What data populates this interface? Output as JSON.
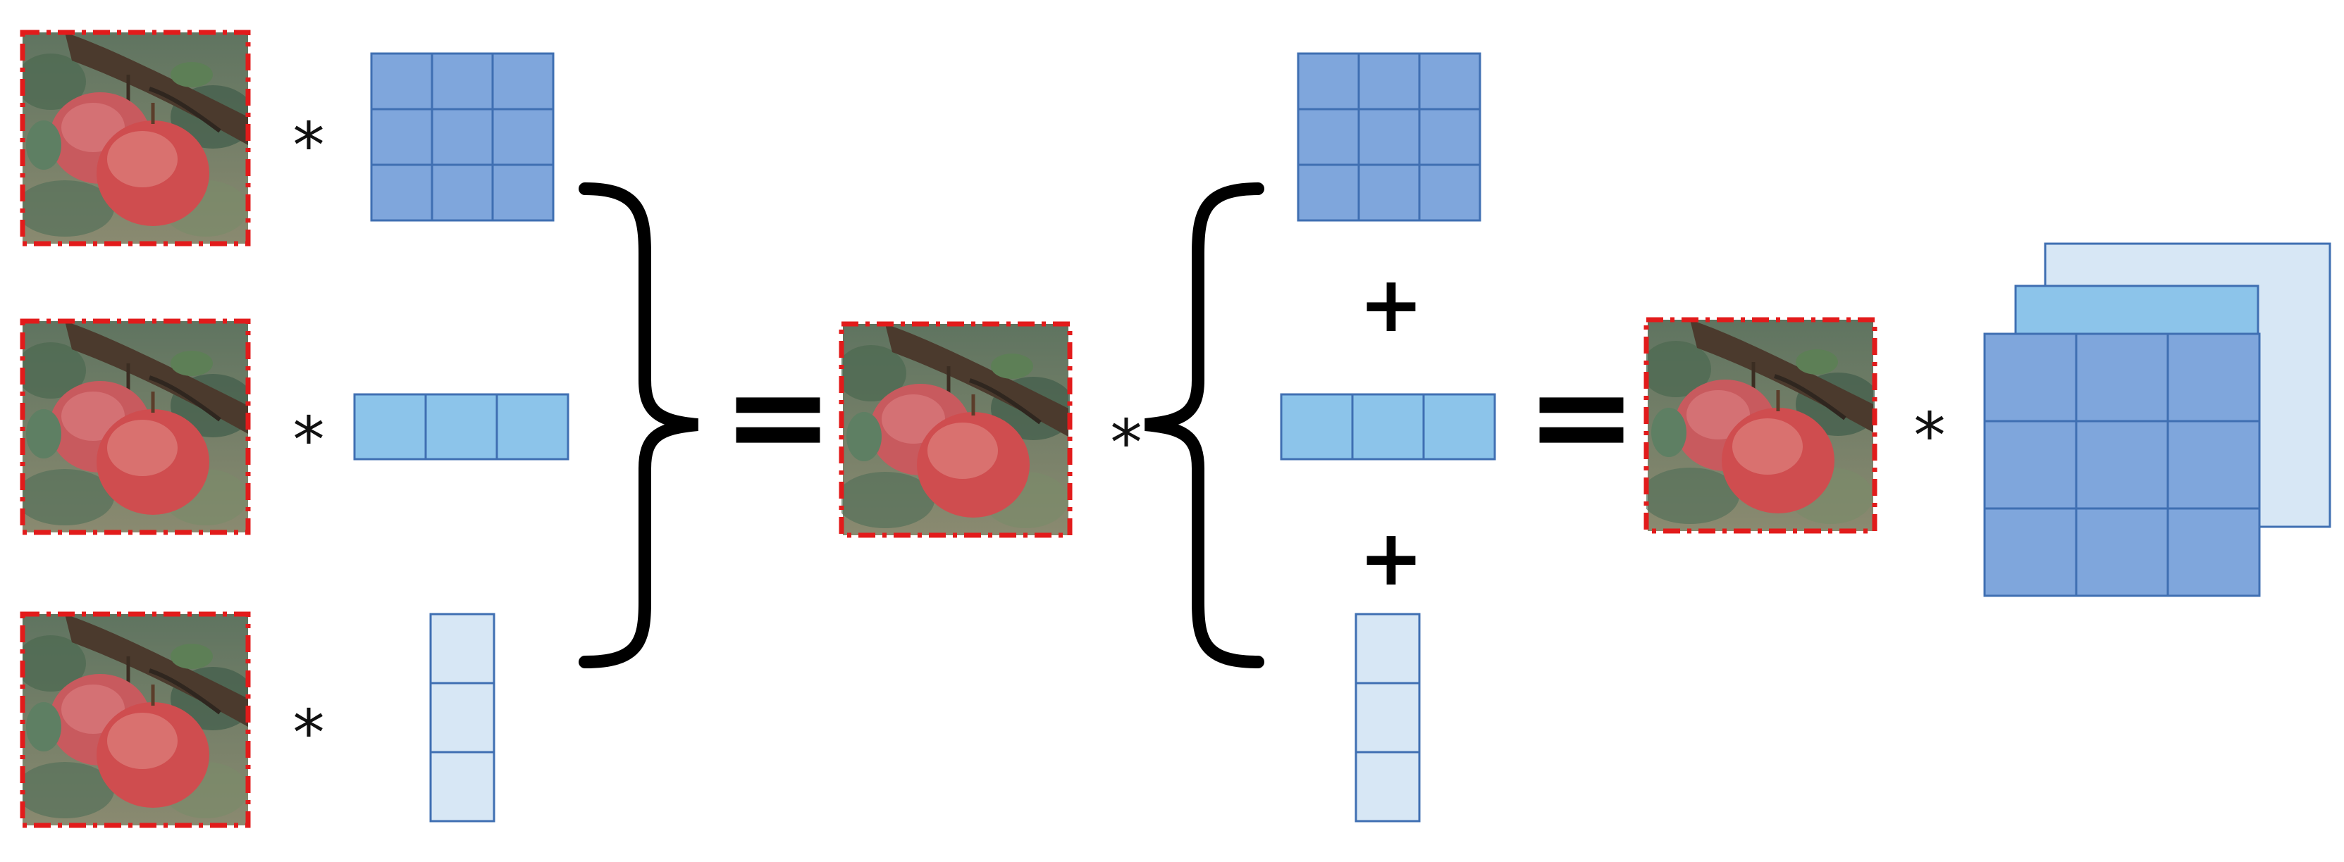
{
  "symbols": {
    "multiply": "*",
    "equals": "=",
    "plus": "+"
  },
  "colors": {
    "kernel_dark": "#7fa6dc",
    "kernel_mid": "#8cc4ea",
    "kernel_light": "#d7e7f5",
    "kernel_stroke": "#3f6fb2",
    "frame_dash": "#e21b1b",
    "apple_red": "#c94a4d",
    "leaf_green": "#4f6f55",
    "branch_brown": "#5a4433",
    "background_photo": "#6b7c66"
  },
  "icons": {
    "image": "apple-photo-icon",
    "brace_right": "right-curly-brace",
    "brace_left": "left-curly-brace"
  },
  "kernels": {
    "square": {
      "rows": 3,
      "cols": 3
    },
    "row": {
      "rows": 1,
      "cols": 3
    },
    "column": {
      "rows": 3,
      "cols": 1
    },
    "stack_depth": 3
  }
}
